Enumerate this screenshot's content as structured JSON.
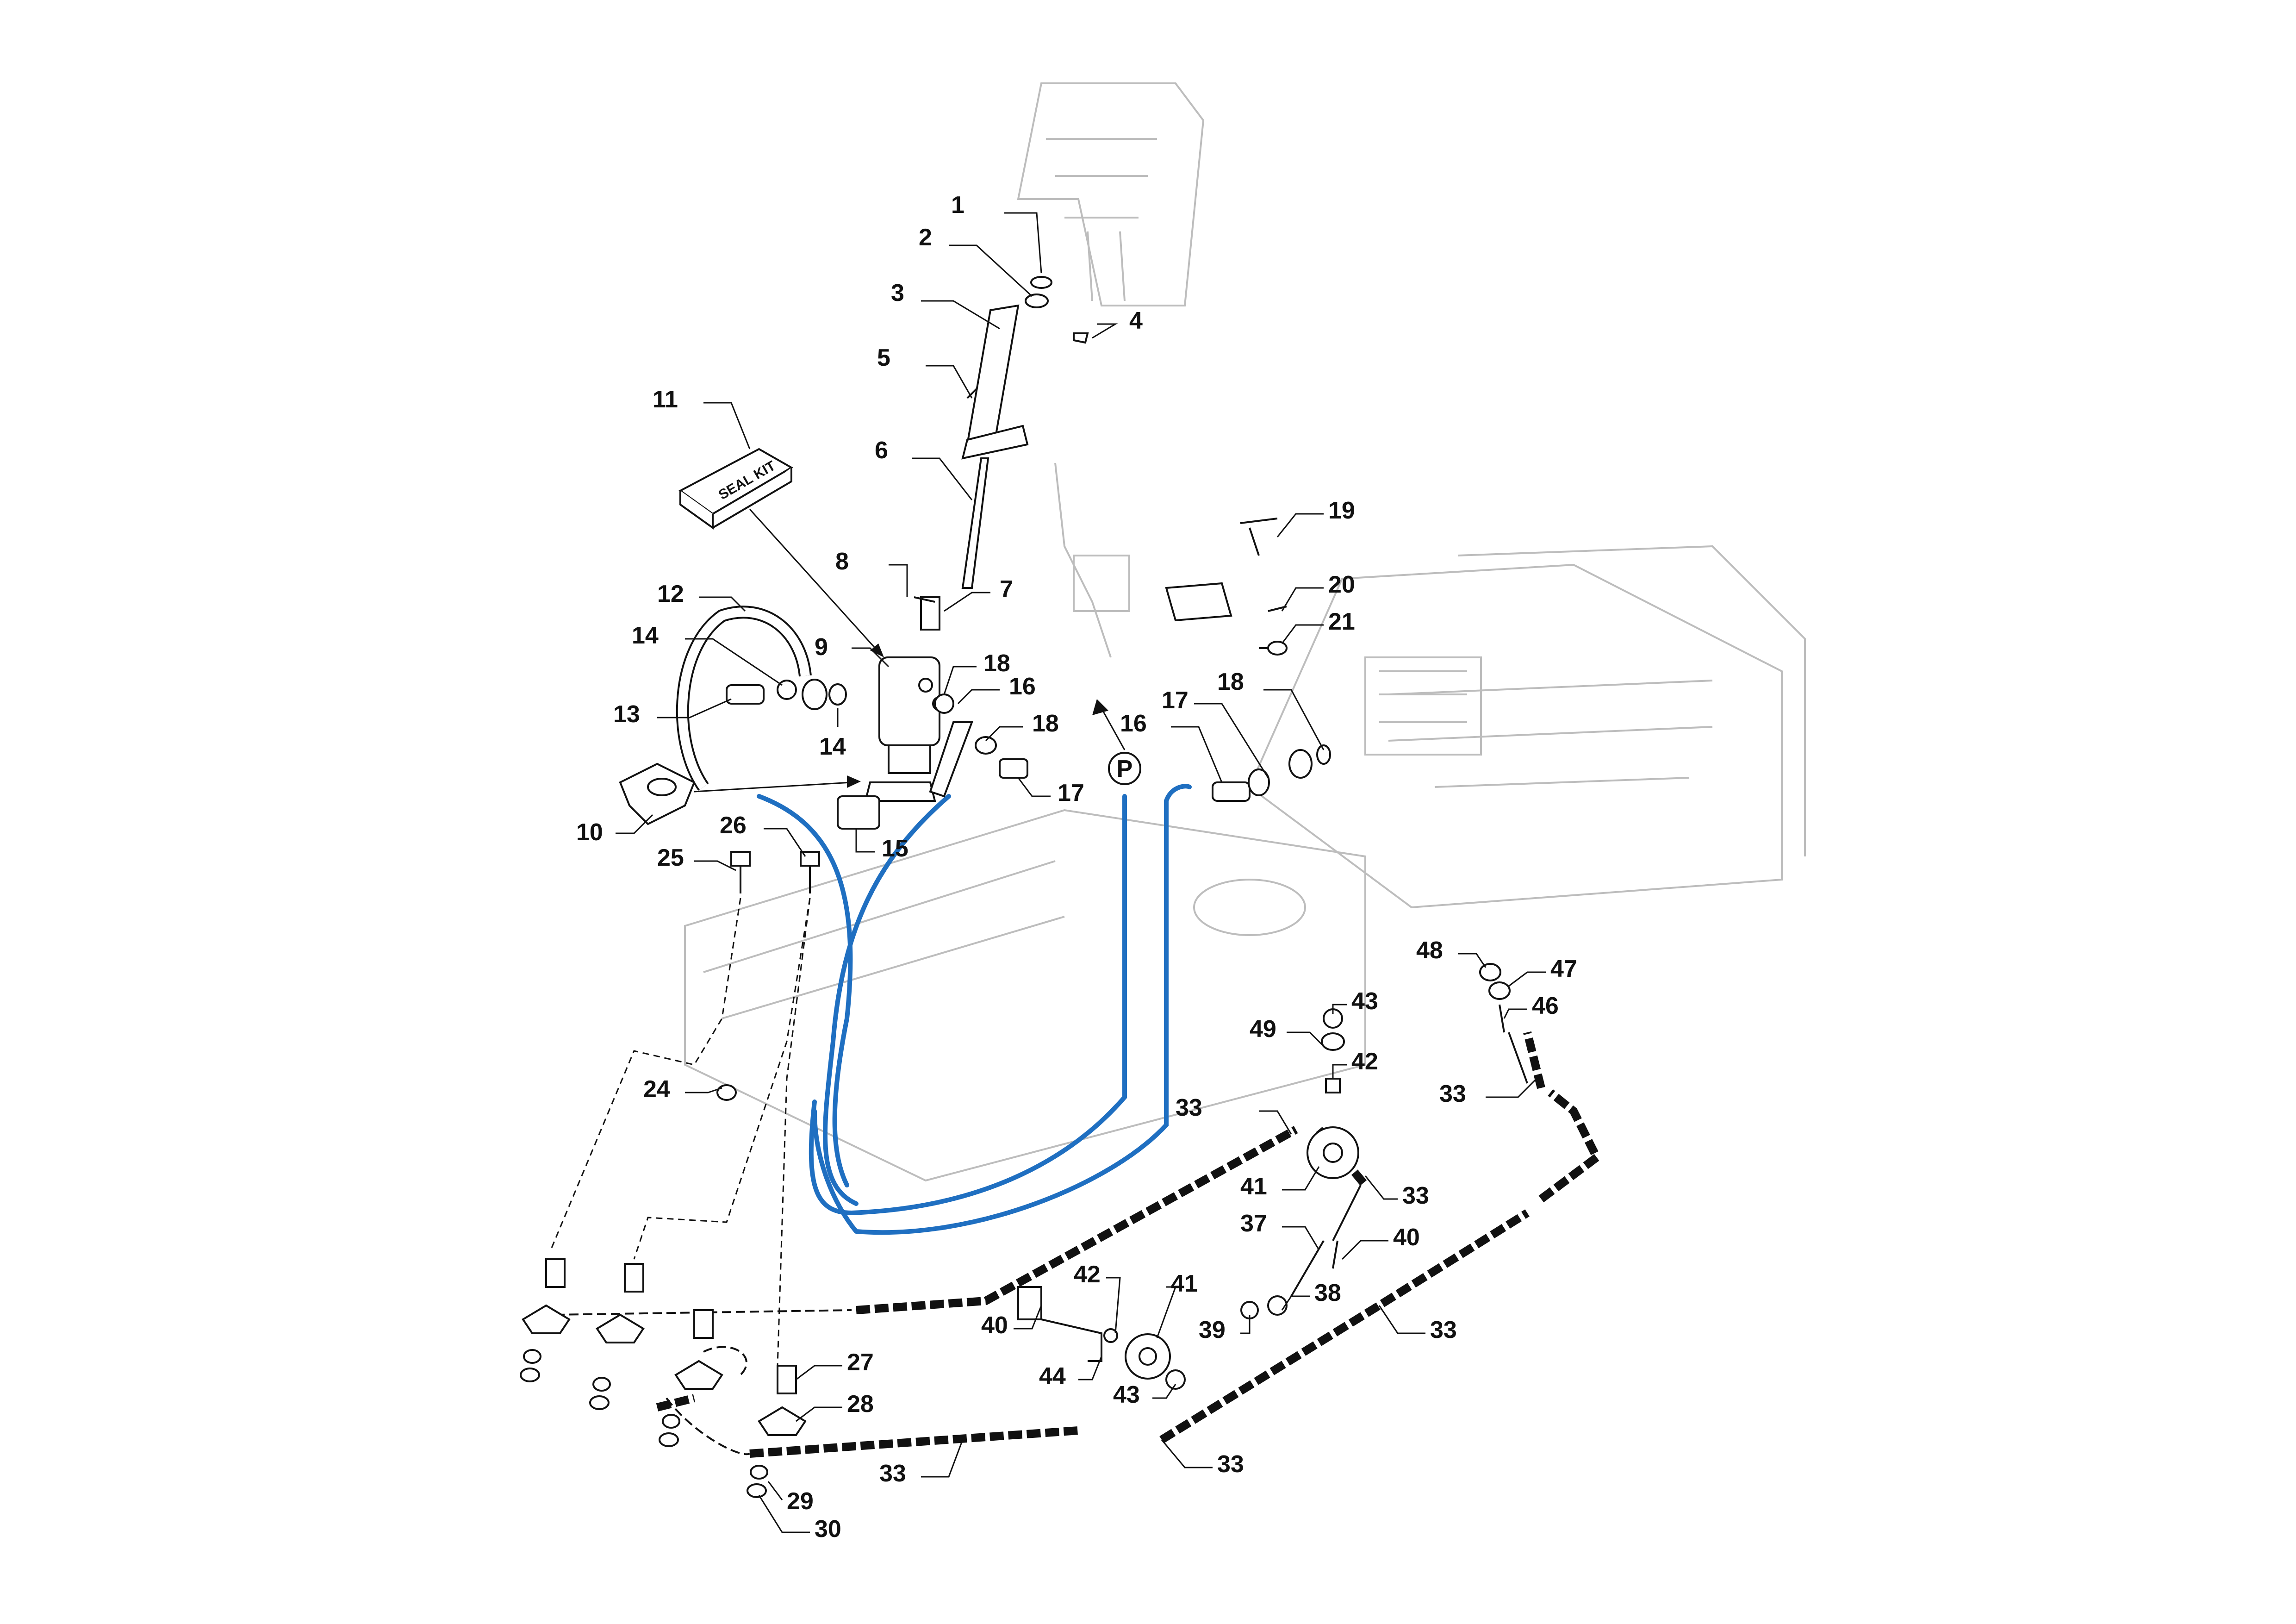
{
  "diagram": {
    "seal_kit_label": "SEAL KIT",
    "p_marker": "P",
    "colors": {
      "hose": "#1f6fc1",
      "ink": "#111111",
      "ghost": "#bdbdbd"
    },
    "callouts": [
      {
        "n": "1"
      },
      {
        "n": "2"
      },
      {
        "n": "3"
      },
      {
        "n": "4"
      },
      {
        "n": "5"
      },
      {
        "n": "6"
      },
      {
        "n": "7"
      },
      {
        "n": "8"
      },
      {
        "n": "9"
      },
      {
        "n": "10"
      },
      {
        "n": "11"
      },
      {
        "n": "12"
      },
      {
        "n": "13"
      },
      {
        "n": "14"
      },
      {
        "n": "14"
      },
      {
        "n": "15"
      },
      {
        "n": "16"
      },
      {
        "n": "16"
      },
      {
        "n": "17"
      },
      {
        "n": "17"
      },
      {
        "n": "18"
      },
      {
        "n": "18"
      },
      {
        "n": "18"
      },
      {
        "n": "19"
      },
      {
        "n": "20"
      },
      {
        "n": "21"
      },
      {
        "n": "24"
      },
      {
        "n": "25"
      },
      {
        "n": "26"
      },
      {
        "n": "27"
      },
      {
        "n": "28"
      },
      {
        "n": "29"
      },
      {
        "n": "30"
      },
      {
        "n": "33"
      },
      {
        "n": "33"
      },
      {
        "n": "33"
      },
      {
        "n": "33"
      },
      {
        "n": "33"
      },
      {
        "n": "33"
      },
      {
        "n": "37"
      },
      {
        "n": "38"
      },
      {
        "n": "39"
      },
      {
        "n": "40"
      },
      {
        "n": "40"
      },
      {
        "n": "41"
      },
      {
        "n": "41"
      },
      {
        "n": "42"
      },
      {
        "n": "42"
      },
      {
        "n": "43"
      },
      {
        "n": "43"
      },
      {
        "n": "44"
      },
      {
        "n": "46"
      },
      {
        "n": "47"
      },
      {
        "n": "48"
      },
      {
        "n": "49"
      }
    ]
  }
}
